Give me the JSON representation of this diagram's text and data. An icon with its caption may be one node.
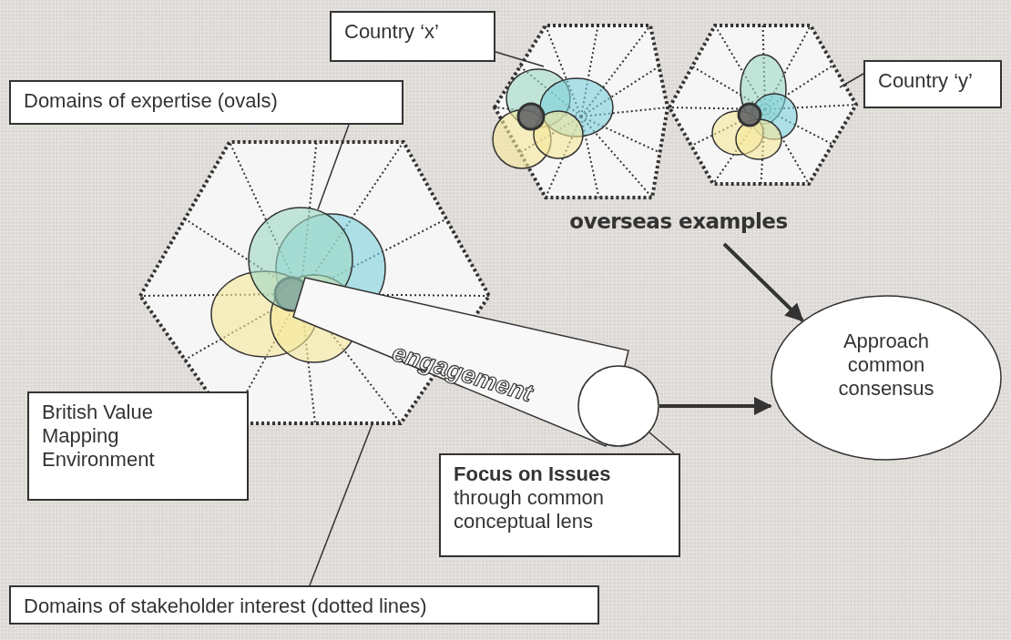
{
  "diagram": {
    "nodes": [
      {
        "text": [
          "Country ‘x’"
        ]
      },
      {
        "text": [
          "Country ‘y’"
        ]
      },
      {
        "text": [],
        "shape": "hexagon"
      },
      {
        "text": [],
        "shape": "hexagon"
      },
      {
        "text": [
          "Domains of expertise (ovals)"
        ]
      },
      {
        "text": [],
        "shape": "hexagon"
      },
      {
        "text": [],
        "shape": "circle",
        "in": 5
      },
      {
        "text": [
          "overseas examples"
        ]
      },
      {
        "text": [
          "engagement"
        ]
      },
      {
        "text": [],
        "shape": "circle"
      },
      {
        "text": [
          "Approach common consensus"
        ]
      },
      {
        "text": [
          "British Value Mapping Environment"
        ]
      },
      {
        "text": [
          "Focus on Issues",
          "through common conceptual lens"
        ]
      },
      {
        "text": [
          "Domains of stakeholder interest (dotted lines)"
        ]
      }
    ],
    "edges": [
      {
        "from": 0,
        "to": 2,
        "arrow": "none"
      },
      {
        "from": 1,
        "to": 3,
        "arrow": "none"
      },
      {
        "from": 4,
        "to": 6,
        "arrow": "none"
      },
      {
        "from": 7,
        "to": 10,
        "arrow": "to",
        "style": "thick"
      },
      {
        "from": 9,
        "to": 10,
        "arrow": "to",
        "style": "thick"
      },
      {
        "from": 12,
        "to": 9,
        "arrow": "none"
      },
      {
        "from": 13,
        "to": 5,
        "arrow": "none"
      }
    ]
  }
}
